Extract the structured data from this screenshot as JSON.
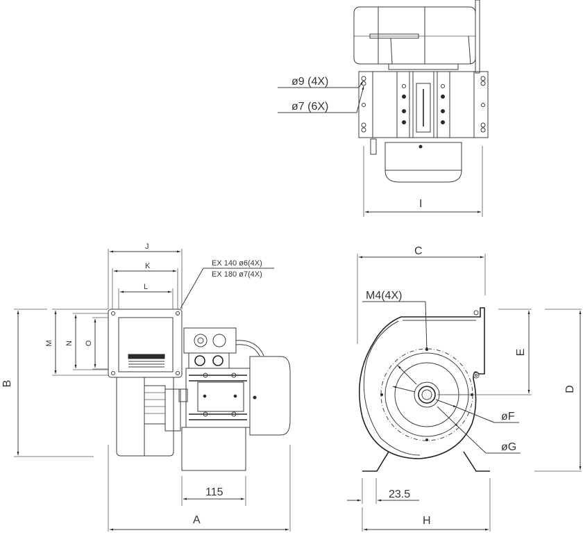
{
  "drawing": {
    "type": "technical dimension drawing — centrifugal blower with motor",
    "views": [
      "top-view",
      "side-view",
      "front-view"
    ]
  },
  "top_view": {
    "callout_hole_9": "ø9 (4X)",
    "callout_hole_7": "ø7 (6X)",
    "dim_I": "I"
  },
  "side_view": {
    "dim_J": "J",
    "dim_K": "K",
    "dim_L": "L",
    "dim_M": "M",
    "dim_N": "N",
    "dim_O": "O",
    "dim_B": "B",
    "dim_A": "A",
    "dim_115": "115",
    "note_line1": "EX 140 ø6(4X)",
    "note_line2": "EX 180 ø7(4X)"
  },
  "front_view": {
    "dim_C": "C",
    "callout_M4": "M4(4X)",
    "dim_E": "E",
    "dim_D": "D",
    "dim_F": "øF",
    "dim_G": "øG",
    "dim_23_5": "23.5",
    "dim_H": "H"
  },
  "colors": {
    "line": "#3a3a3a",
    "background": "#ffffff"
  }
}
